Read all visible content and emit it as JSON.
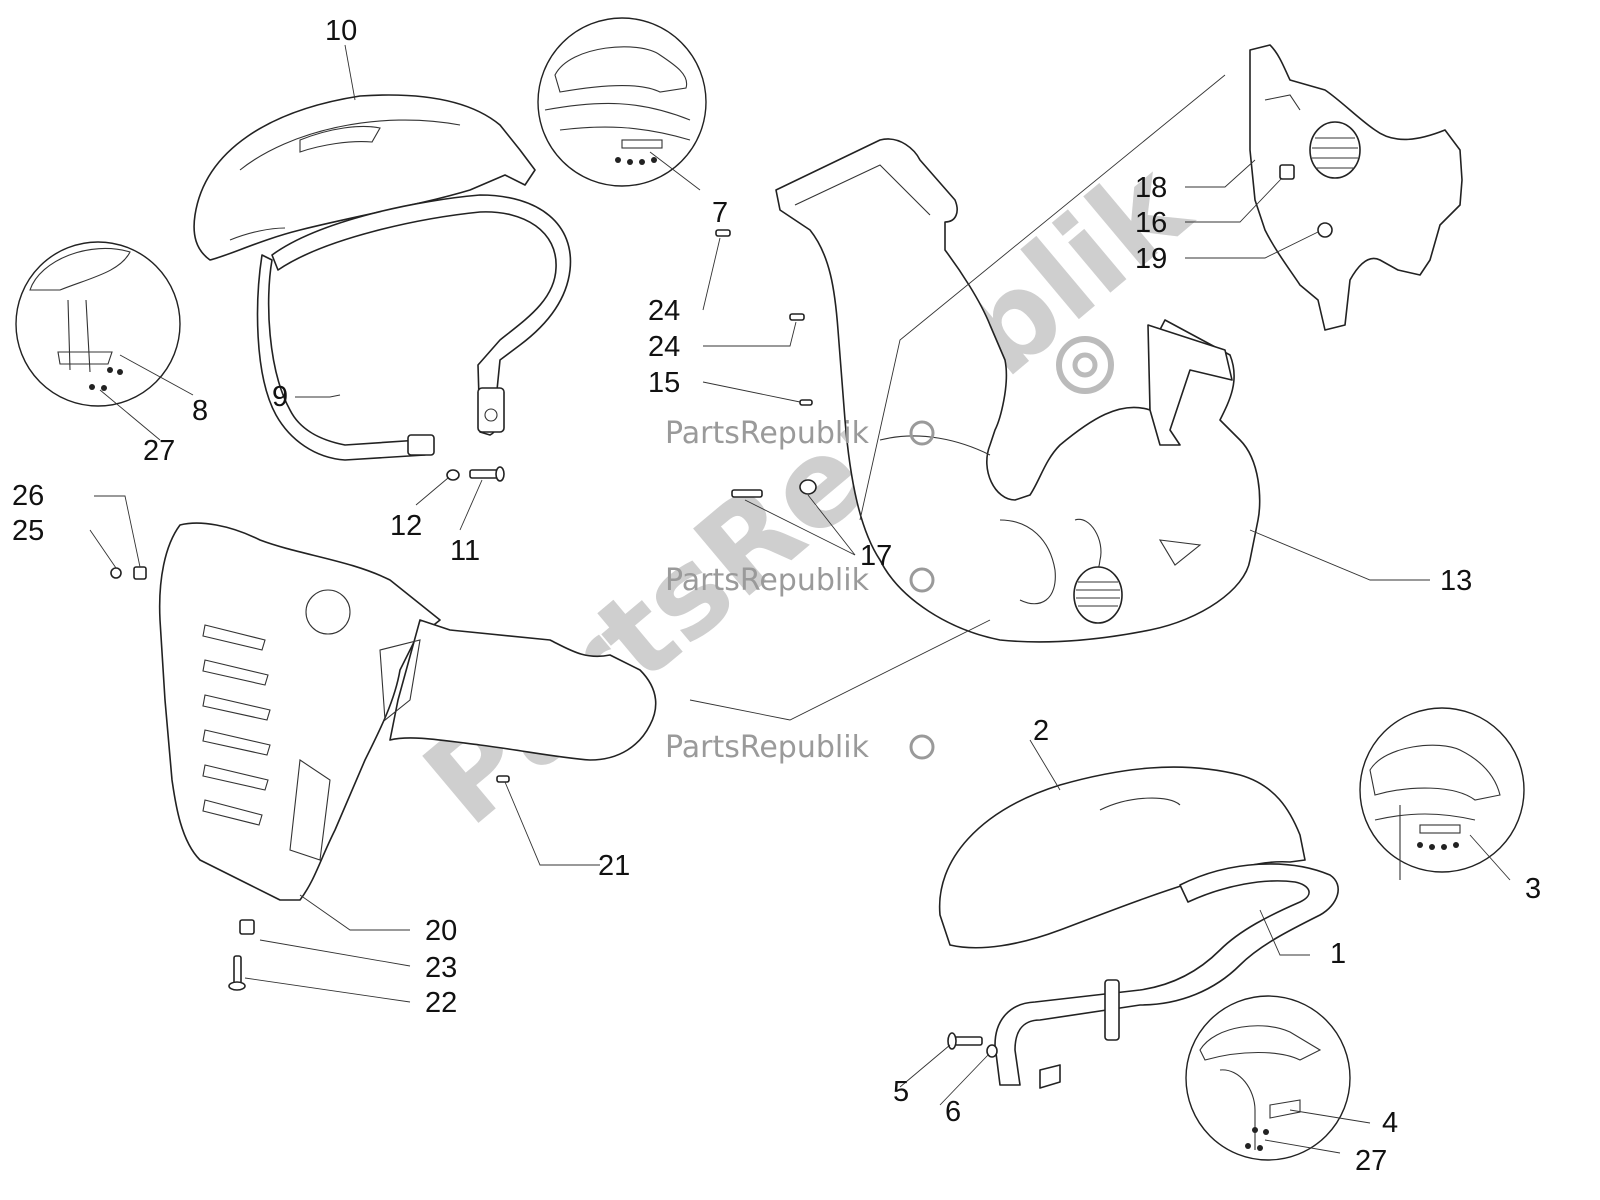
{
  "watermark": {
    "brand": "PartsRepublik",
    "color": "#9a9a9a"
  },
  "callouts": {
    "c1": "1",
    "c2": "2",
    "c3": "3",
    "c4": "4",
    "c5": "5",
    "c6": "6",
    "c7": "7",
    "c8": "8",
    "c9": "9",
    "c10": "10",
    "c11": "11",
    "c12": "12",
    "c13": "13",
    "c15": "15",
    "c16": "16",
    "c17": "17",
    "c18": "18",
    "c19": "19",
    "c20": "20",
    "c21": "21",
    "c22": "22",
    "c23": "23",
    "c24a": "24",
    "c24b": "24",
    "c25": "25",
    "c26": "26",
    "c27a": "27",
    "c27b": "27"
  },
  "icons": {
    "watermark_gear": "gear-icon"
  }
}
